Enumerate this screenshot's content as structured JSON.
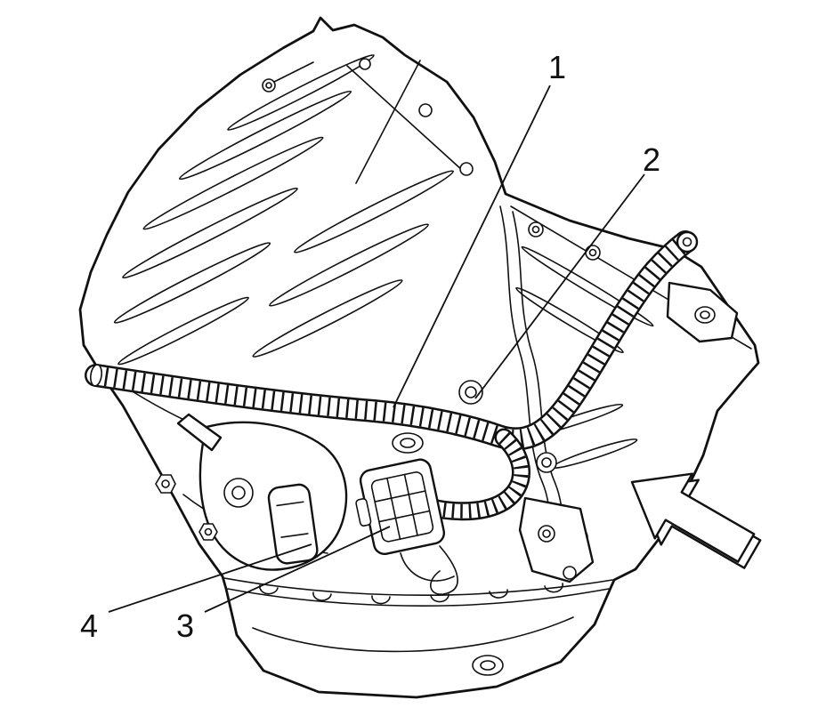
{
  "colors": {
    "background": "#ffffff",
    "line": "#111111"
  },
  "callouts": [
    {
      "label": "1"
    },
    {
      "label": "2"
    },
    {
      "label": "3"
    },
    {
      "label": "4"
    }
  ],
  "icons": {
    "direction_arrow": "direction-arrow"
  }
}
